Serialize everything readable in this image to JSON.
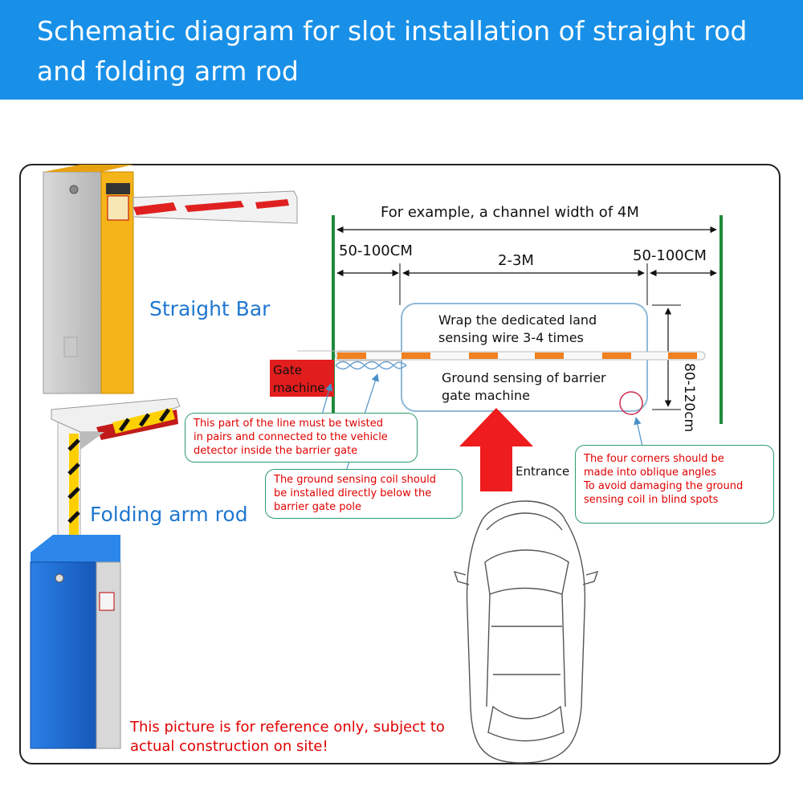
{
  "header": {
    "title_line1": "Schematic diagram for slot installation of straight rod",
    "title_line2": "and folding arm rod",
    "color": "#1890e8"
  },
  "labels": {
    "straight_bar": "Straight Bar",
    "folding_arm": "Folding arm rod",
    "channel_width": "For example, a channel width of 4M",
    "dim_left": "50-100CM",
    "dim_middle": "2-3M",
    "dim_right": "50-100CM",
    "dim_vertical": "80-120cm",
    "wrap_line1": "Wrap the dedicated land",
    "wrap_line2": "sensing wire 3-4 times",
    "ground_line1": "Ground sensing of barrier",
    "ground_line2": "gate machine",
    "gate_line1": "Gate",
    "gate_line2": "machine",
    "entrance": "Entrance"
  },
  "callouts": {
    "twisted": [
      "This part of the line must be twisted",
      "in pairs and connected to the vehicle",
      "detector inside the barrier gate"
    ],
    "coil": [
      "The ground sensing coil should",
      "be installed directly below the",
      "barrier gate pole"
    ],
    "corners": [
      "The four corners should be",
      "made into oblique angles",
      "To avoid damaging the ground",
      "sensing coil in blind spots"
    ]
  },
  "notice": {
    "line1": "This picture is for reference only, subject to",
    "line2": "actual construction on site!"
  },
  "colors": {
    "accent_blue": "#1f77d0",
    "warning_red": "#e00000",
    "callout_border": "#2e9a6a",
    "boom_orange": "#f08020",
    "cabinet_yellow": "#f4b41a",
    "cabinet_blue": "#1e6fd8"
  }
}
